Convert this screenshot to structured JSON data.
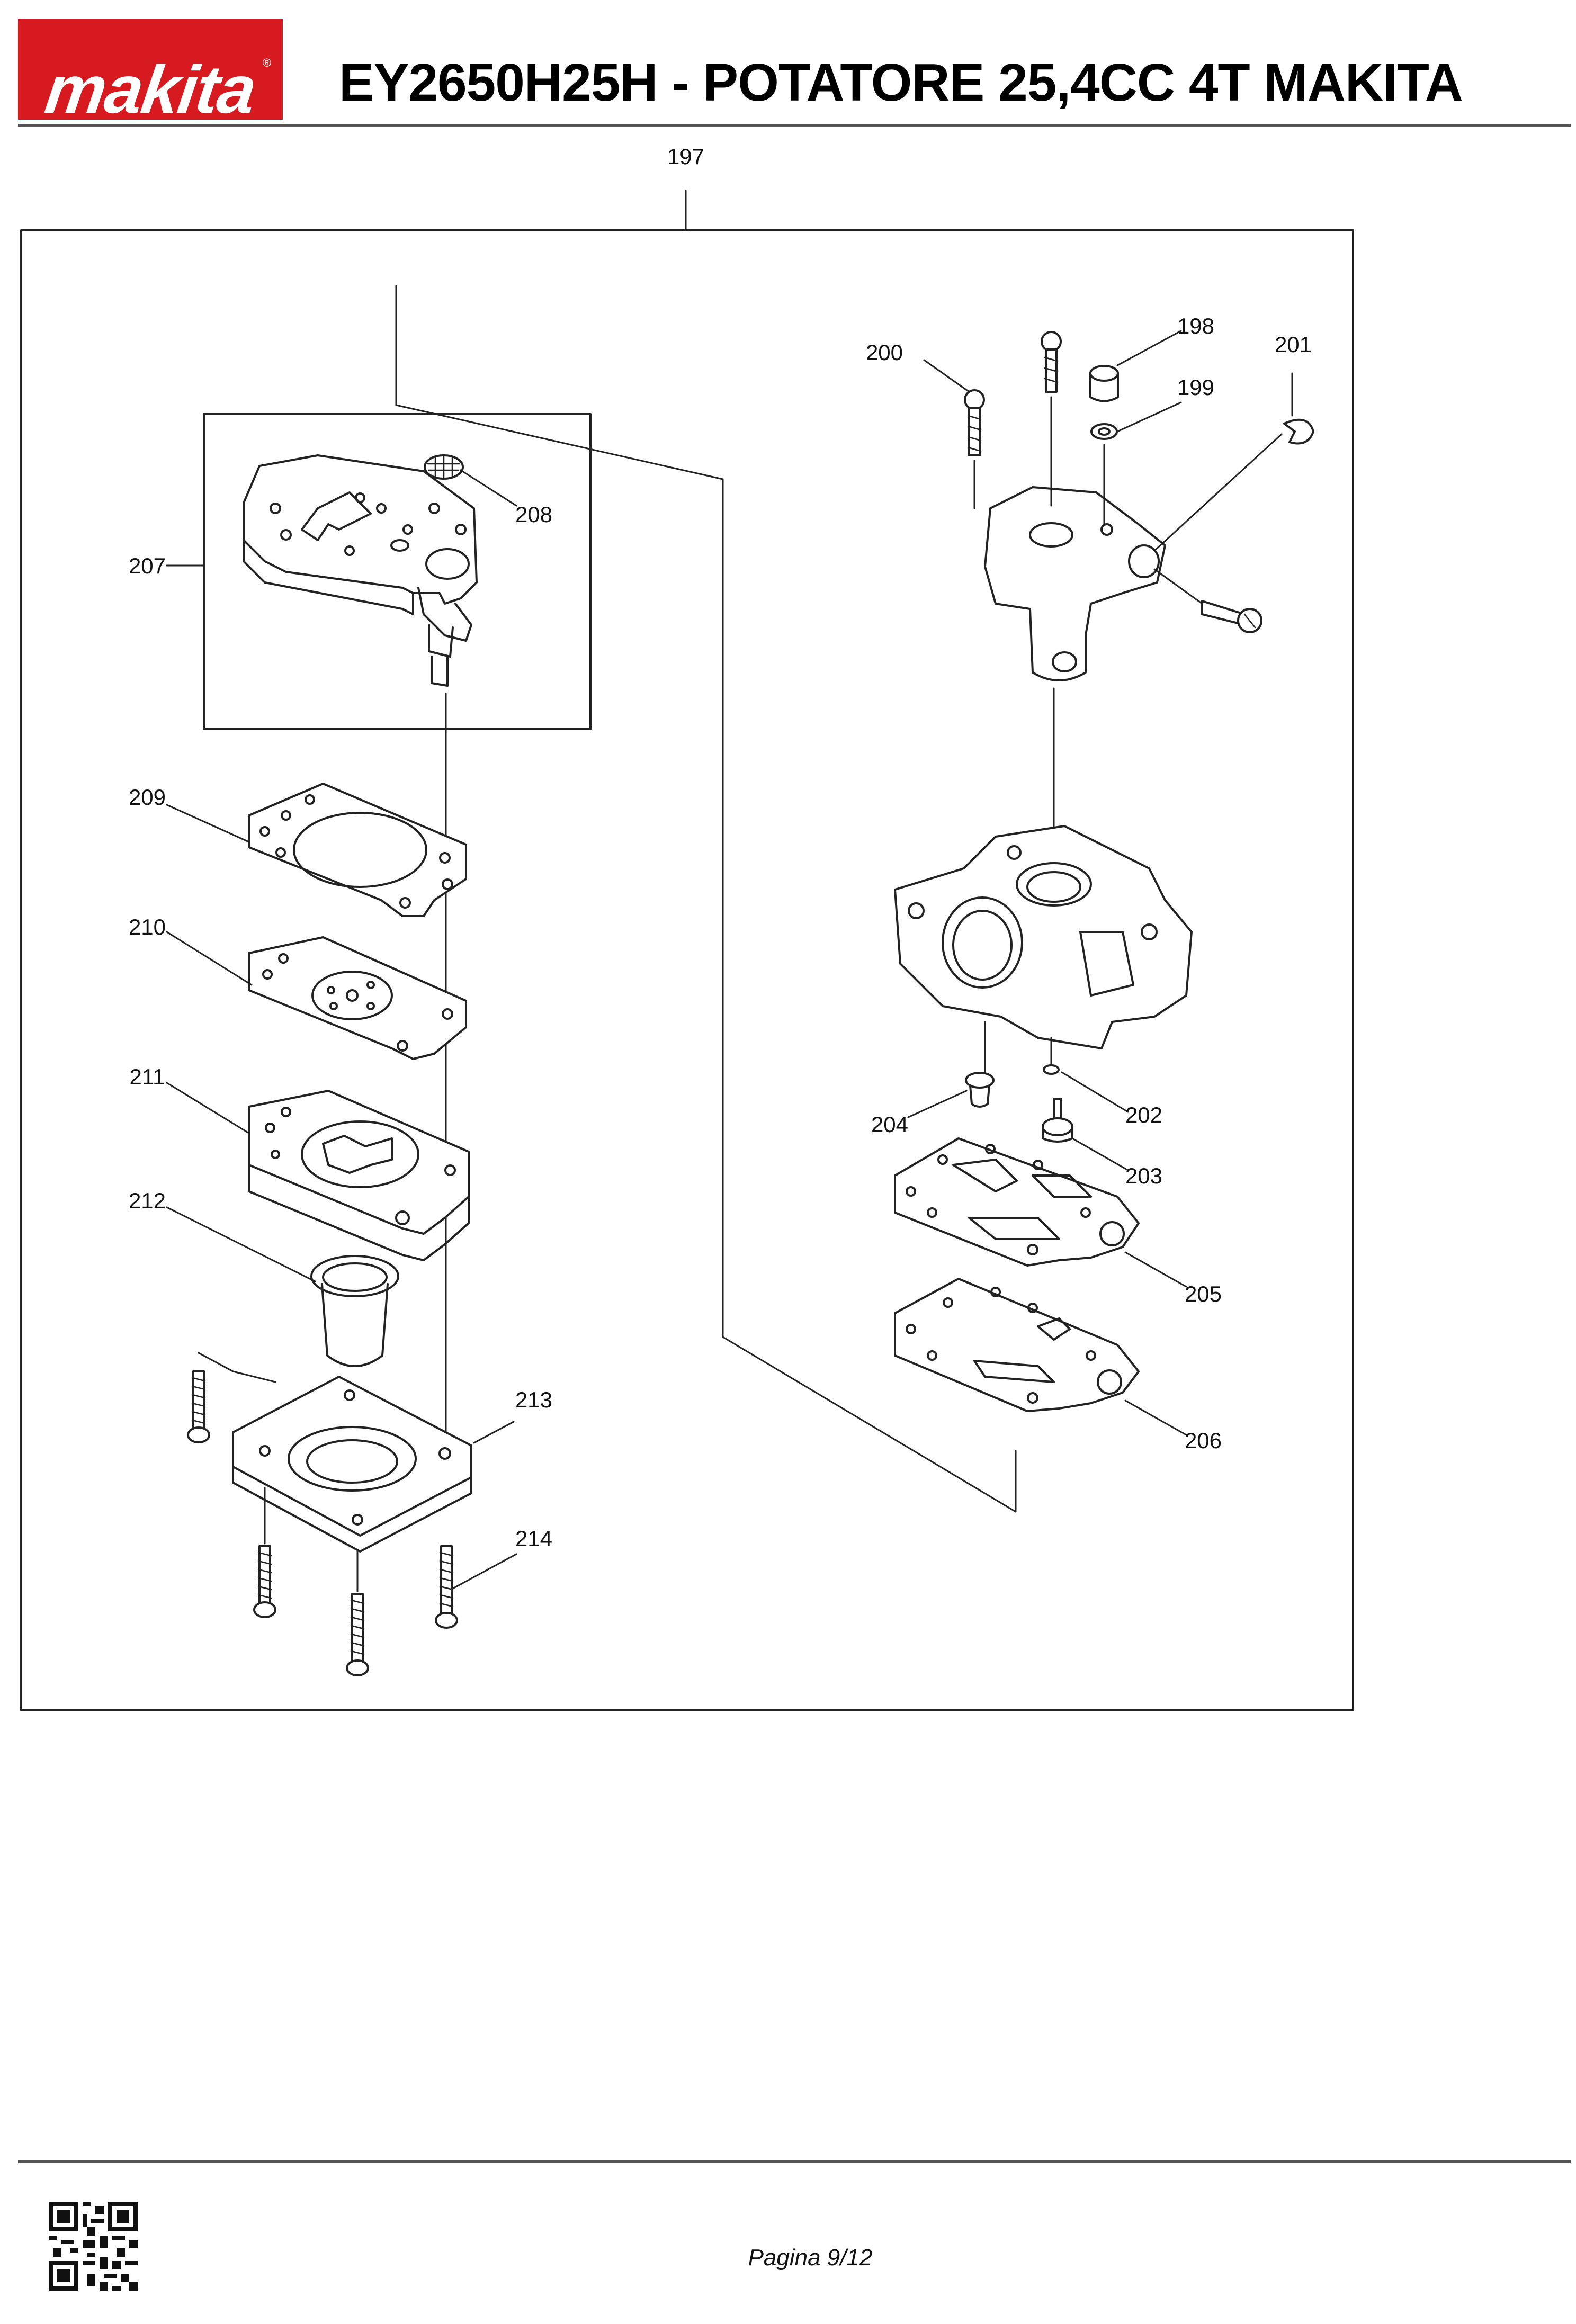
{
  "header": {
    "brand": "makita",
    "title": "EY2650H25H - POTATORE 25,4CC 4T MAKITA"
  },
  "diagram": {
    "callouts": [
      "197",
      "198",
      "199",
      "200",
      "201",
      "202",
      "203",
      "204",
      "205",
      "206",
      "207",
      "208",
      "209",
      "210",
      "211",
      "212",
      "213",
      "214"
    ]
  },
  "footer": {
    "page": "Pagina 9/12"
  },
  "colors": {
    "brand_red": "#d71920",
    "line": "#222222"
  }
}
